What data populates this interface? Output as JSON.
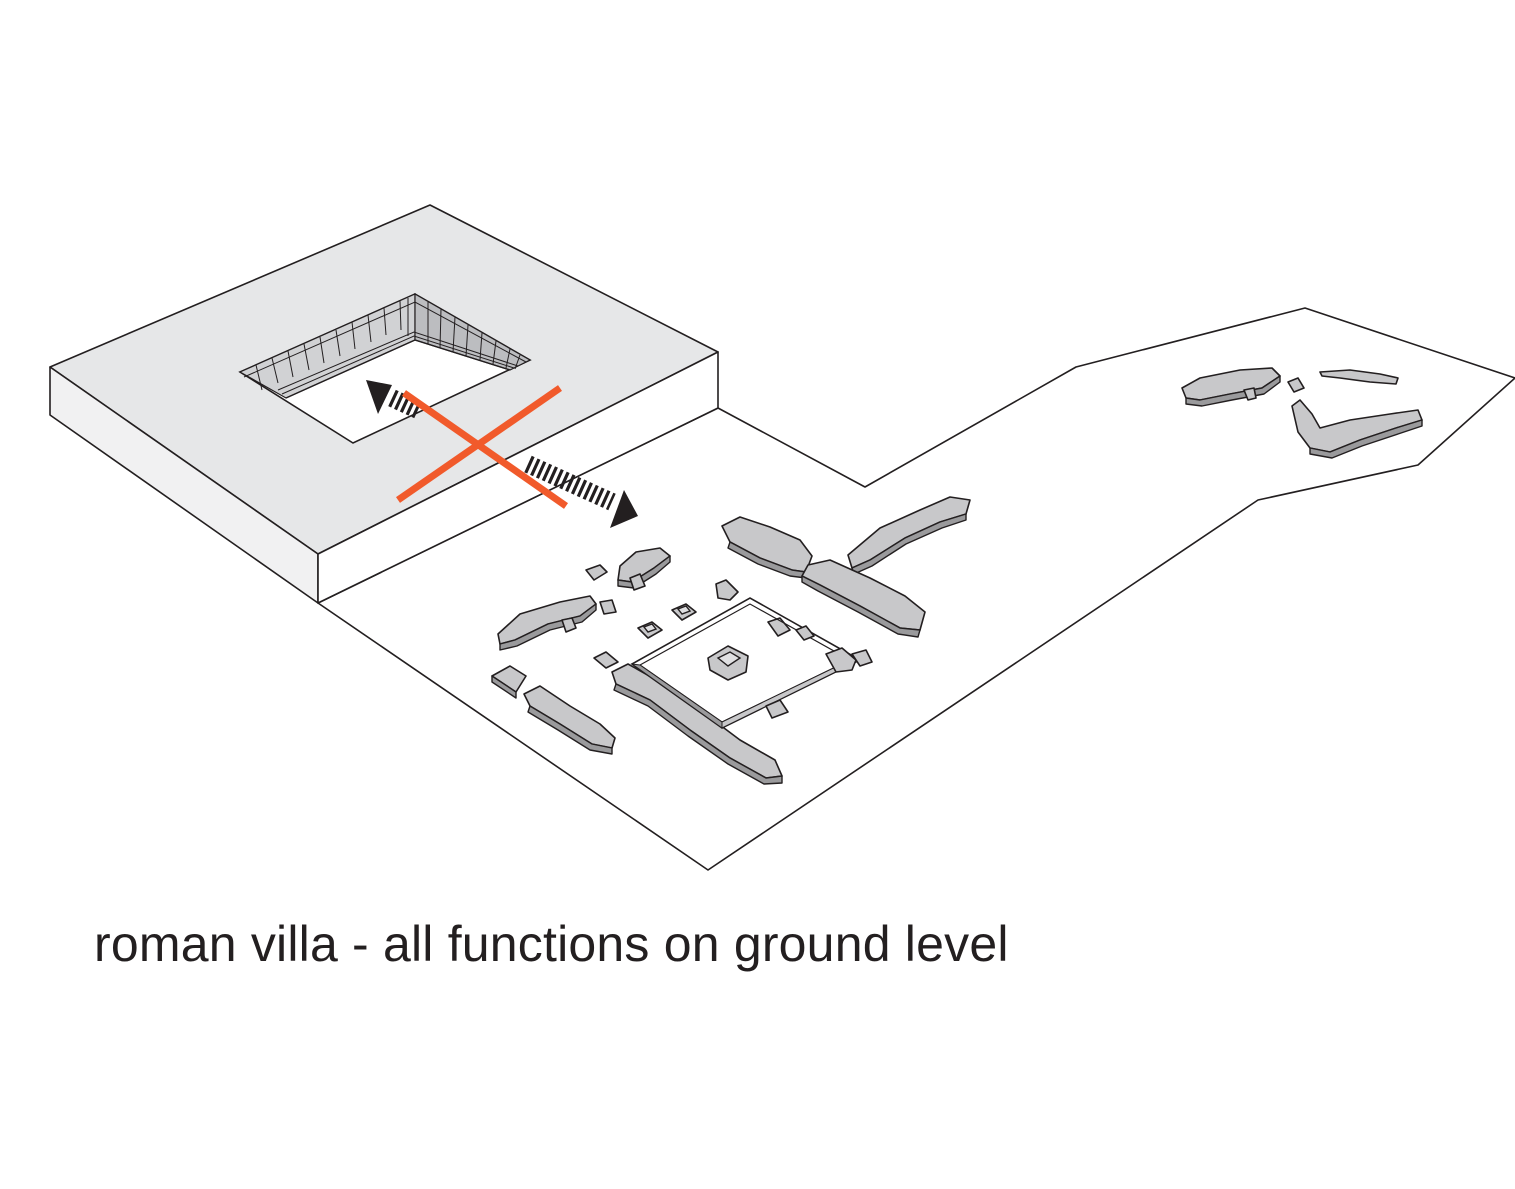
{
  "caption": "roman villa - all functions on ground level",
  "colors": {
    "cross": "#f15a2b",
    "slab_top": "#e6e7e8",
    "slab_front": "#f1f1f2",
    "slab_side": "#ffffff",
    "ruins": "#c8c8ca",
    "ink": "#231f20"
  },
  "elements": [
    "building-slab-with-courtyard",
    "site-ground-plane",
    "ruin-walls",
    "crossed-out-double-arrow"
  ]
}
